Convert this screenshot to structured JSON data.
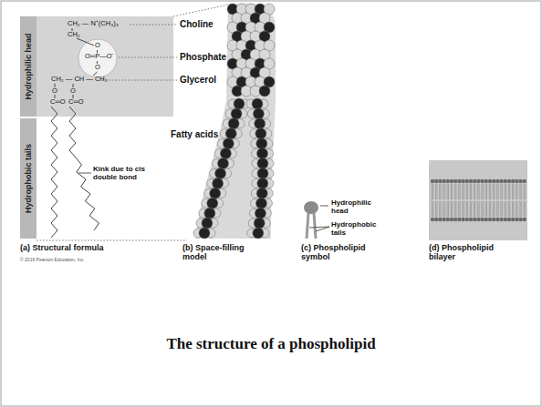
{
  "diagram": {
    "caption": "The structure of a phospholipid",
    "nodes": [
      {
        "text": [
          "Hydrophilic head"
        ]
      },
      {
        "text": [
          "Hydrophobic tails"
        ]
      }
    ],
    "labels": [
      "CH₂ — N⁺(CH₃)₃",
      "CH₂",
      "O",
      "O═P—O⁻",
      "O",
      "CH₂ — CH — CH₂",
      "O",
      "O",
      "C═O",
      "C═O",
      "Choline",
      "Phosphate",
      "Glycerol",
      "Fatty acids",
      "Kink due to cis double bond",
      "(a) Structural formula",
      "(b) Space-filling model",
      "Hydrophilic head",
      "Hydrophobic tails",
      "(c) Phospholipid symbol",
      "(d) Phospholipid bilayer",
      "© 2016 Pearson Education, Inc."
    ]
  }
}
